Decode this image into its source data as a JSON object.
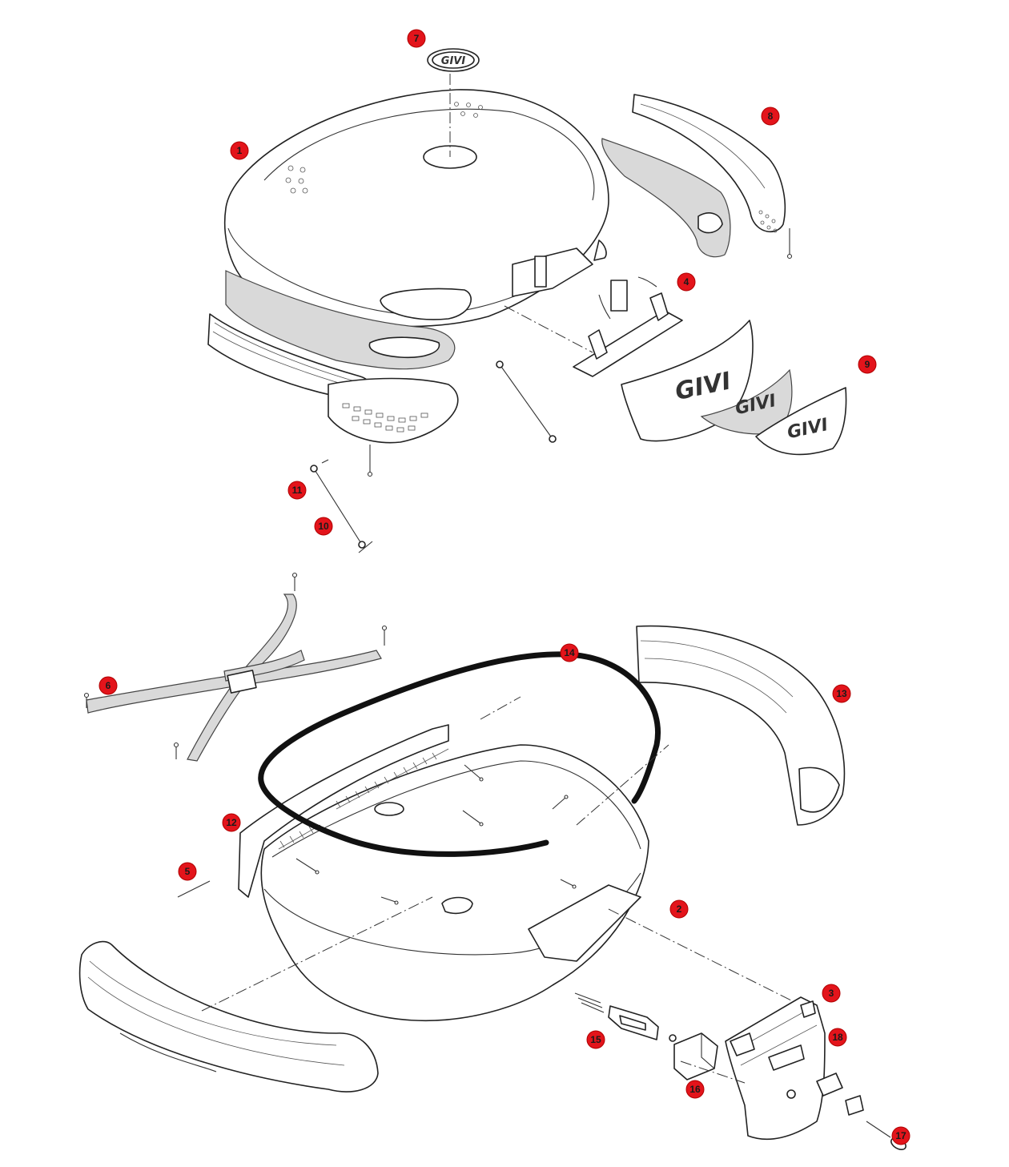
{
  "diagram": {
    "callouts": [
      "1",
      "2",
      "3",
      "4",
      "5",
      "6",
      "7",
      "8",
      "9",
      "10",
      "11",
      "12",
      "13",
      "14",
      "15",
      "16",
      "17",
      "18"
    ],
    "logo_text": "GIVI"
  },
  "colors": {
    "callout": "#e3141b",
    "reflector": "#d9d9d9",
    "line": "#222222"
  }
}
